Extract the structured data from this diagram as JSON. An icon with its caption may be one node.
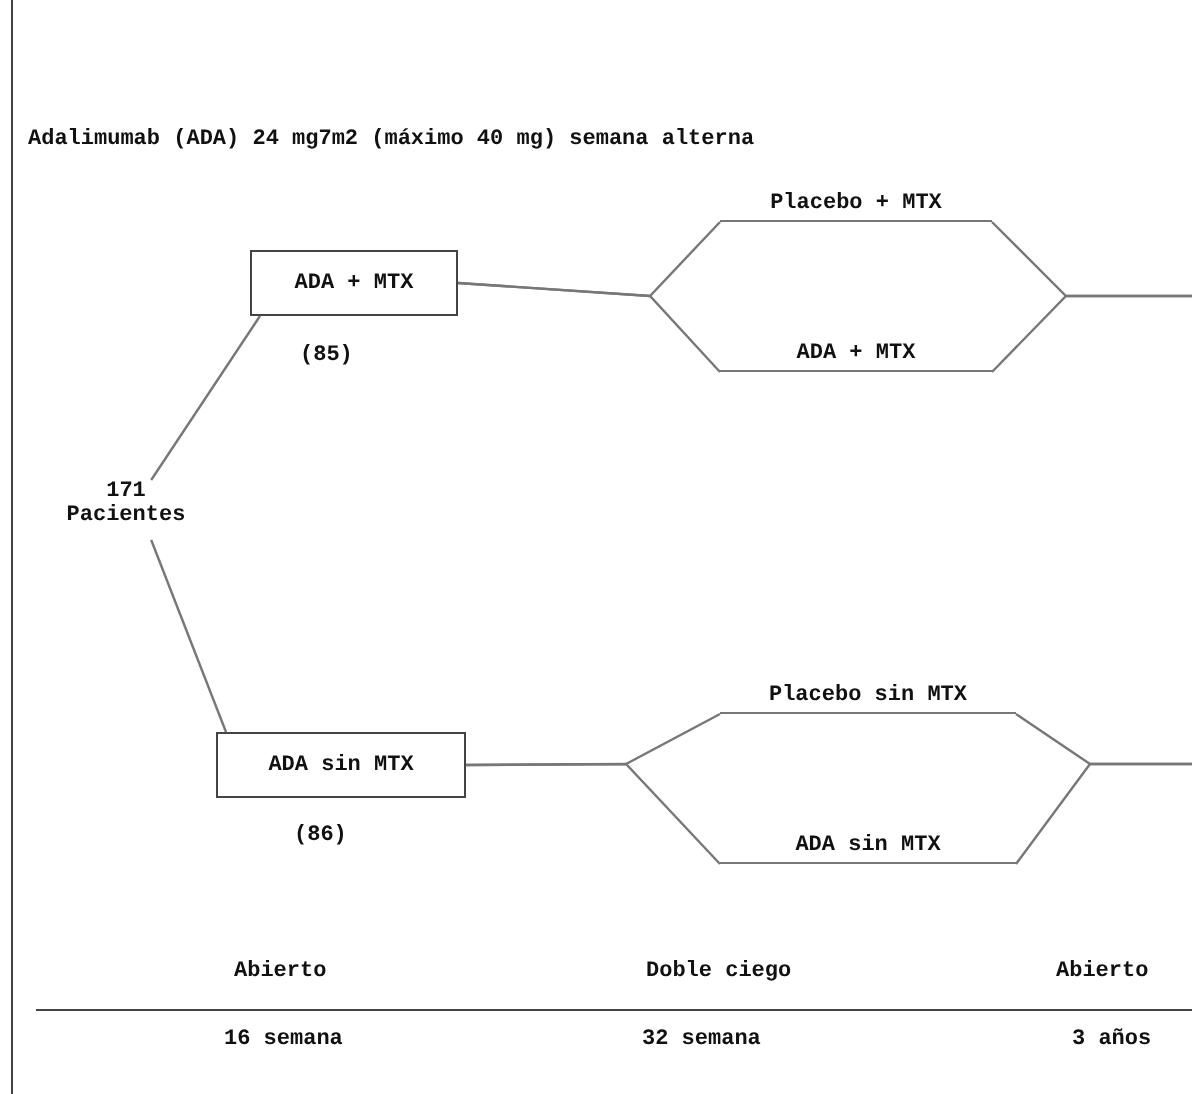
{
  "diagram": {
    "title": "Adalimumab (ADA) 24 mg7m2 (máximo 40 mg) semana alterna",
    "nodes": [
      {
        "text": [
          "171 Pacientes"
        ]
      },
      {
        "text": [
          "ADA + MTX"
        ],
        "beside": [
          "(85)"
        ]
      },
      {
        "text": [
          "Placebo + MTX"
        ]
      },
      {
        "text": [
          "ADA + MTX"
        ]
      },
      {
        "text": [
          "ADA sin MTX"
        ],
        "beside": [
          "(86)"
        ]
      },
      {
        "text": [
          "Placebo sin MTX"
        ]
      },
      {
        "text": [
          "ADA sin MTX"
        ]
      }
    ],
    "edges": [
      {
        "from": 0,
        "to": 1,
        "arrow": "none"
      },
      {
        "from": 0,
        "to": 4,
        "arrow": "none"
      },
      {
        "from": 1,
        "to": 2,
        "arrow": "none"
      },
      {
        "from": 1,
        "to": 3,
        "arrow": "none"
      },
      {
        "from": 2,
        "to": null,
        "arrow": "none"
      },
      {
        "from": 3,
        "to": null,
        "arrow": "none"
      },
      {
        "from": 4,
        "to": 5,
        "arrow": "none"
      },
      {
        "from": 4,
        "to": 6,
        "arrow": "none"
      },
      {
        "from": 5,
        "to": null,
        "arrow": "none"
      },
      {
        "from": 6,
        "to": null,
        "arrow": "none"
      }
    ],
    "labels": [
      "Abierto",
      "Doble ciego",
      "Abierto",
      "16 semana",
      "32 semana",
      "3 años"
    ]
  }
}
